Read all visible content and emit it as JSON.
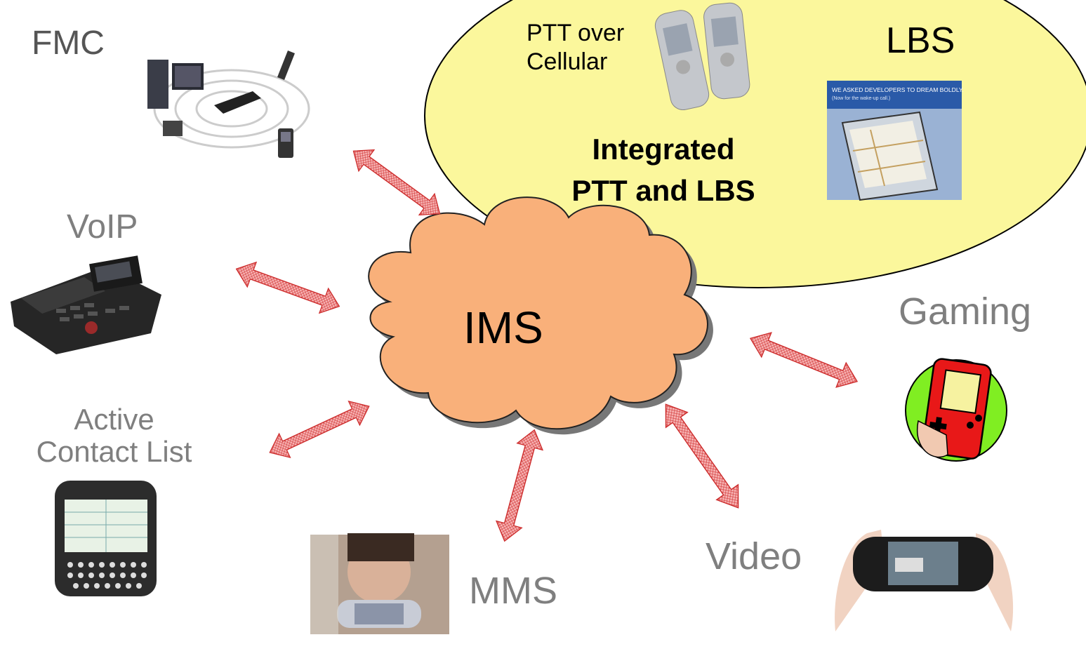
{
  "center": {
    "label": "IMS"
  },
  "services": {
    "fmc": "FMC",
    "voip": "VoIP",
    "active_contact_list": [
      "Active",
      "Contact List"
    ],
    "mms": "MMS",
    "video": "Video",
    "gaming": "Gaming"
  },
  "bubble": {
    "ptt_over_cellular": [
      "PTT over",
      "Cellular"
    ],
    "lbs": "LBS",
    "integrated": [
      "Integrated",
      "PTT and LBS"
    ],
    "poster_text": [
      "WE ASKED DEVELOPERS TO DREAM BOLDLY.",
      "(Now for the wake-up call.)"
    ]
  },
  "colors": {
    "cloud_fill": "#f9b07a",
    "bubble_fill": "#fbf79c",
    "arrow_fill": "#f4a7a7",
    "arrow_stroke": "#cc2a2a",
    "label_gray": "#7f7f7f",
    "gaming_circle": "#80ee22",
    "gaming_device": "#e81818"
  }
}
